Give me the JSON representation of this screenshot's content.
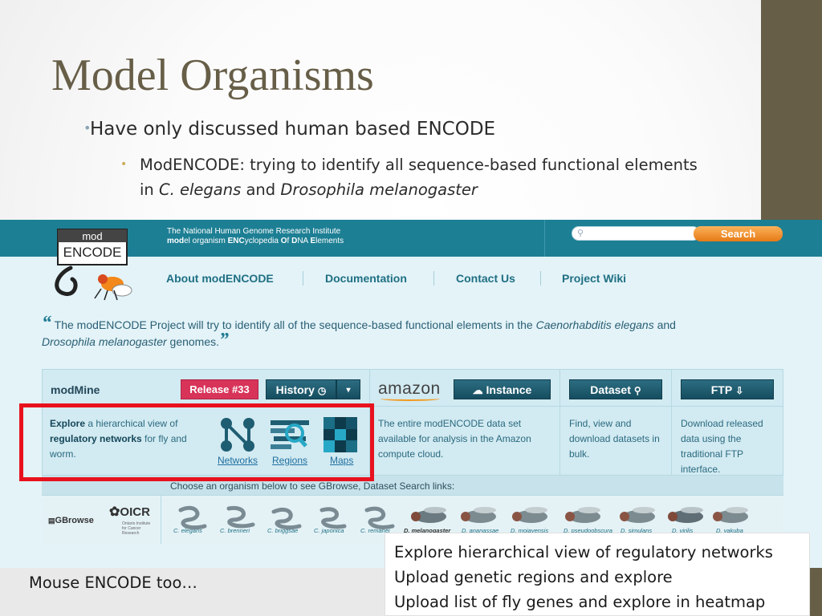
{
  "slide": {
    "title": "Model Organisms",
    "bullet1": "Have only discussed human based ENCODE",
    "bullet2_prefix": "ModENCODE: trying to identify all sequence-based functional elements in ",
    "bullet2_org1": "C. elegans",
    "bullet2_and": " and ",
    "bullet2_org2": "Drosophila melanogaster",
    "note": "Mouse ENCODE too…",
    "callout": [
      "Explore hierarchical view of regulatory networks",
      "Upload genetic regions and explore",
      "Upload list of fly genes and explore in heatmap"
    ],
    "colors": {
      "accent_bar": "#675e48",
      "highlight_box": "#e8121e"
    }
  },
  "site": {
    "logo_top": "mod",
    "logo_bottom": "ENCODE",
    "header_line1": "The National Human Genome Research Institute",
    "header_line2_bold1": "mod",
    "header_line2_text1": "el organism ",
    "header_line2_bold2": "ENC",
    "header_line2_text2": "yclopedia ",
    "header_line2_bold3": "O",
    "header_line2_text3": "f ",
    "header_line2_bold4": "D",
    "header_line2_text4": "NA ",
    "header_line2_bold5": "E",
    "header_line2_text5": "lements",
    "search_button": "Search",
    "nav": [
      "About modENCODE",
      "Documentation",
      "Contact Us",
      "Project Wiki"
    ],
    "quote_open": "“",
    "quote_text1": " The modENCODE Project will try to identify all of the sequence-based functional elements in the ",
    "quote_org1": "Caenorhabditis elegans",
    "quote_text2": " and ",
    "quote_org2": "Drosophila melanogaster",
    "quote_text3": " genomes.",
    "quote_close": "”",
    "panel": {
      "modmine_label": "modMine",
      "release_button": "Release #33",
      "history_button": "History",
      "history_icon": "clock-icon",
      "amazon_label": "amazon",
      "instance_button": "Instance",
      "dataset_button": "Dataset",
      "ftp_button": "FTP",
      "explore_bold1": "Explore",
      "explore_text1": " a hierarchical view of ",
      "explore_bold2": "regulatory networks",
      "explore_text2": " for fly and worm.",
      "tools": [
        "Networks",
        "Regions",
        "Maps"
      ],
      "amazon_desc": "The entire modENCODE data set available for analysis in the Amazon compute cloud.",
      "dataset_desc": "Find, view and download datasets in bulk.",
      "ftp_desc": "Download released data using the traditional FTP interface.",
      "choose_text": "Choose an organism below to see GBrowse, Dataset Search links:",
      "gbrowse_label": "GBrowse",
      "oicr_label": "OICR",
      "oicr_sub": "Ontario Institute for Cancer Research",
      "organisms": [
        "C. elegans",
        "C. brenneri",
        "C. briggsae",
        "C. japonica",
        "C. remanei",
        "D. melanogaster",
        "D. ananassae",
        "D. mojavensis",
        "D. pseudoobscura",
        "D. simulans",
        "D. virilis",
        "D. yakuba"
      ]
    }
  }
}
